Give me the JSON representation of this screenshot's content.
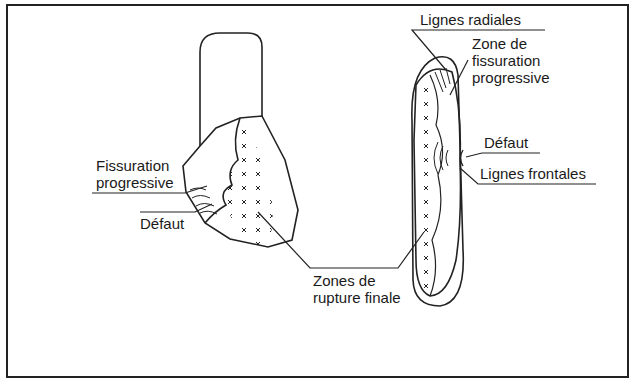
{
  "diagram": {
    "labels": [
      "Lignes radiales",
      "Zone de fissuration progressive",
      "Fissuration progressive",
      "Défaut",
      "Lignes frontales",
      "Défaut",
      "Zones de rupture finale"
    ]
  }
}
